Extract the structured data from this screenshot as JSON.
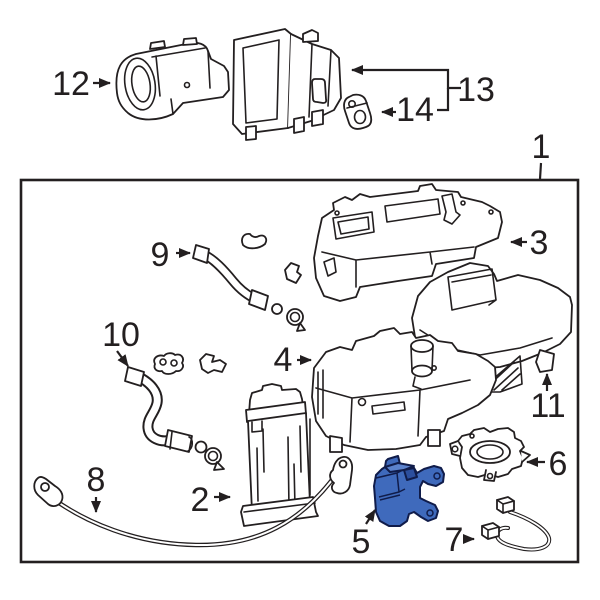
{
  "diagram": {
    "background": "#ffffff",
    "colors": {
      "line": "#231f20",
      "highlight_fill": "#3f6abc",
      "highlight_shade": "#2c4f9e",
      "highlight_light": "#5b82cd",
      "highlight_hole": "#cdd9f0"
    },
    "labels": {
      "n1": "1",
      "n2": "2",
      "n3": "3",
      "n4": "4",
      "n5": "5",
      "n6": "6",
      "n7": "7",
      "n8": "8",
      "n9": "9",
      "n10": "10",
      "n11": "11",
      "n12": "12",
      "n13": "13",
      "n14": "14"
    }
  }
}
